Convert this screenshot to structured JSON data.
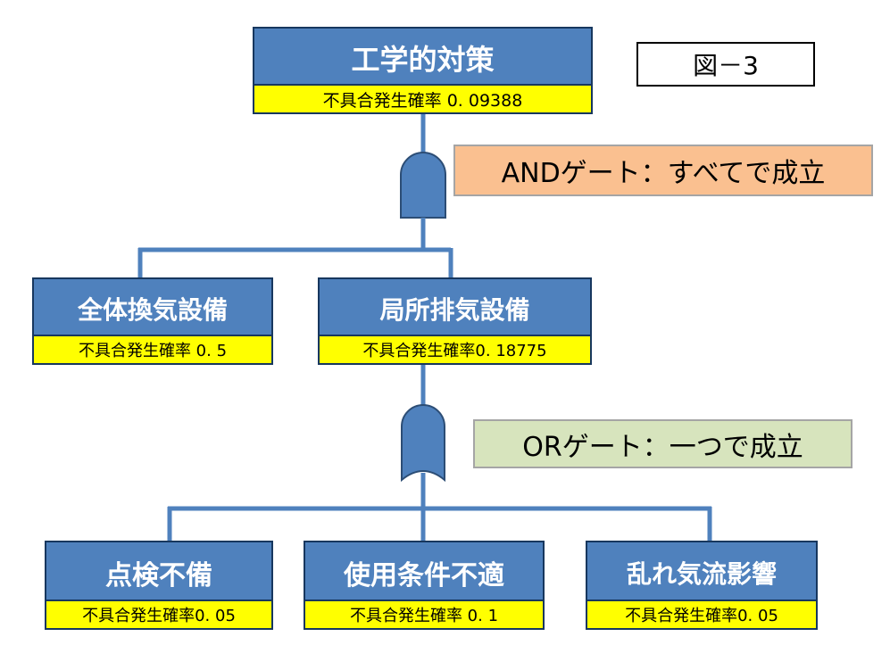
{
  "figure_label": "図－3",
  "top": {
    "title": "工学的対策",
    "probability": "不具合発生確率 0. 09388"
  },
  "and_gate_label": "ANDゲート：すべてで成立",
  "or_gate_label": "ORゲート：一つで成立",
  "level2": [
    {
      "title": "全体換気設備",
      "probability": "不具合発生確率 0. 5"
    },
    {
      "title": "局所排気設備",
      "probability": "不具合発生確率0. 18775"
    }
  ],
  "level3": [
    {
      "title": "点検不備",
      "probability": "不具合発生確率0. 05"
    },
    {
      "title": "使用条件不適",
      "probability": "不具合発生確率 0. 1"
    },
    {
      "title": "乱れ気流影響",
      "probability": "不具合発生確率0. 05"
    }
  ],
  "colors": {
    "node_fill": "#4f81bd",
    "node_border": "#17375e",
    "probability_fill": "#ffff00",
    "and_label_fill": "#fac090",
    "or_label_fill": "#d7e4bd",
    "connector": "#4f81bd"
  }
}
